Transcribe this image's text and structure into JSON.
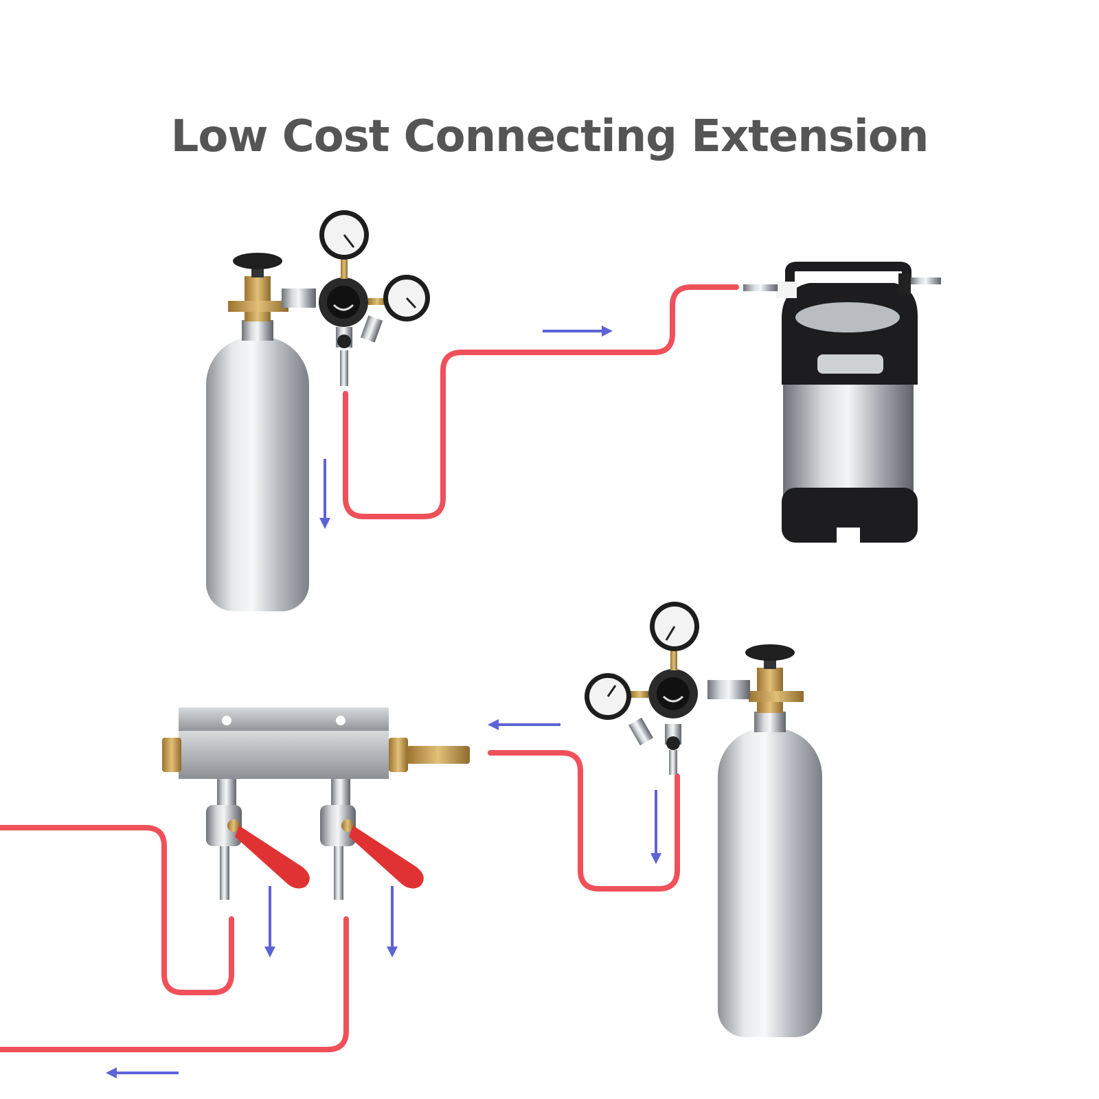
{
  "title": "Low Cost Connecting Extension",
  "colors": {
    "title": "#555555",
    "hose": "#f0505a",
    "arrow": "#5d63d6",
    "aluminum": "#c9ccd0",
    "keg_black": "#1d1d1f",
    "brass": "#c49a45",
    "valve_handle": "#e03232"
  },
  "components": {
    "top_cylinder": "co2-cylinder",
    "top_regulator": "dual-gauge-regulator",
    "keg": "ball-lock-keg",
    "bottom_cylinder": "co2-cylinder",
    "bottom_regulator": "dual-gauge-regulator",
    "manifold": "two-way-gas-manifold"
  },
  "flow_arrows": [
    "down",
    "right",
    "left",
    "down",
    "down",
    "down",
    "left"
  ]
}
